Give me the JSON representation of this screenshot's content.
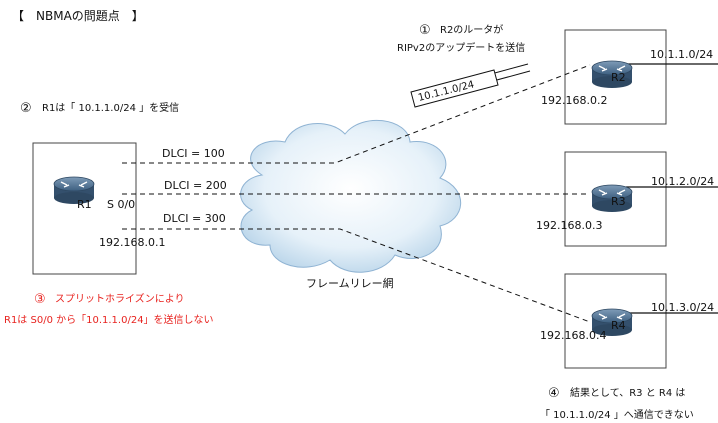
{
  "title": "【　NBMAの問題点　】",
  "note1": {
    "num": "①",
    "line1": "R2のルータが",
    "line2": "RIPv2のアップデートを送信"
  },
  "packet_label": "10.1.1.0/24",
  "note2": {
    "num": "②",
    "text": "R1は「 10.1.1.0/24 」を受信"
  },
  "note3": {
    "num": "③",
    "line1": "スプリットホライズンにより",
    "line2": "R1は S0/0 から「10.1.1.0/24」を送信しない"
  },
  "note4": {
    "num": "④",
    "line1": "結果として、R3 と R4 は",
    "line2": "「 10.1.1.0/24 」へ通信できない"
  },
  "cloud_label": "フレームリレー網",
  "routers": {
    "r1": {
      "name": "R1",
      "interface": "S 0/0",
      "ip": "192.168.0.1"
    },
    "r2": {
      "name": "R2",
      "ip": "192.168.0.2",
      "lan": "10.1.1.0/24"
    },
    "r3": {
      "name": "R3",
      "ip": "192.168.0.3",
      "lan": "10.1.2.0/24"
    },
    "r4": {
      "name": "R4",
      "ip": "192.168.0.4",
      "lan": "10.1.3.0/24"
    }
  },
  "dlci": {
    "a": "DLCI = 100",
    "b": "DLCI = 200",
    "c": "DLCI = 300"
  },
  "colors": {
    "accent_red": "#e8231f",
    "router_body": "#3d5f80",
    "cloud_fill": "#d9e9f5"
  }
}
